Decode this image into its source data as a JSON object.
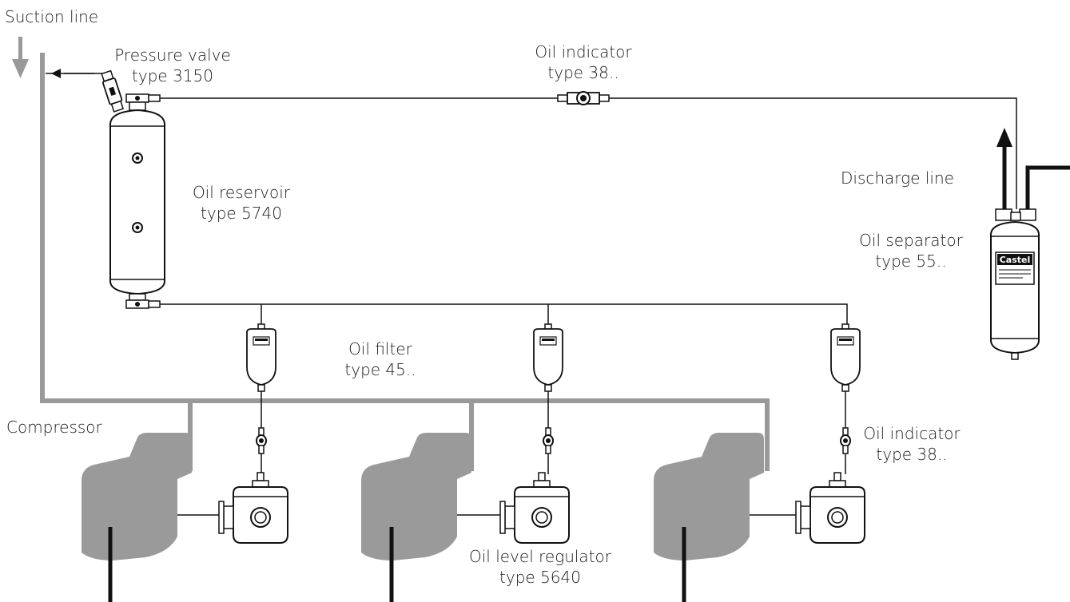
{
  "labels": {
    "suction_line": "Suction line",
    "pressure_valve": {
      "line1": "Pressure valve",
      "line2": "type 3150"
    },
    "oil_indicator_top": {
      "line1": "Oil indicator",
      "line2": "type 38.."
    },
    "discharge_line": "Discharge line",
    "oil_separator": {
      "line1": "Oil separator",
      "line2": "type 55.."
    },
    "oil_reservoir": {
      "line1": "Oil reservoir",
      "line2": "type 5740"
    },
    "oil_filter": {
      "line1": "Oil filter",
      "line2": "type 45.."
    },
    "compressor": "Compressor",
    "oil_indicator_right": {
      "line1": "Oil indicator",
      "line2": "type 38.."
    },
    "oil_level_regulator": {
      "line1": "Oil level regulator",
      "line2": "type 5640"
    },
    "separator_brand": "Castel"
  },
  "colors": {
    "suction_pipe": "#999999",
    "compressor": "#9a9a9a",
    "line": "#111111"
  }
}
